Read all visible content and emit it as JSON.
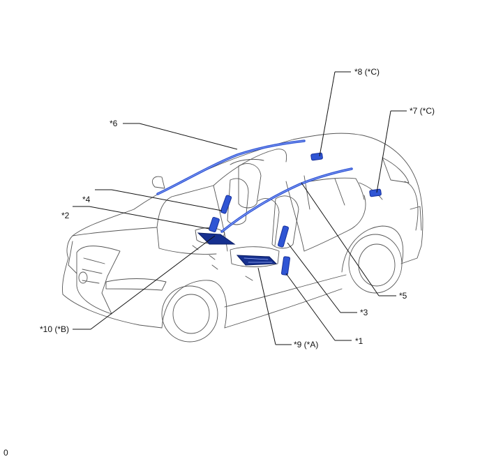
{
  "callouts": {
    "c1": "*1",
    "c2": "*2",
    "c3": "*3",
    "c4": "*4",
    "c5": "*5",
    "c6": "*6",
    "c7": "*7 (*C)",
    "c8": "*8 (*C)",
    "c9": "*9 (*A)",
    "c10": "*10 (*B)"
  },
  "figure_code": "0",
  "colors": {
    "part_blue": "#2f55d4",
    "part_dark_blue": "#16308f",
    "outline_gray": "#555555"
  }
}
